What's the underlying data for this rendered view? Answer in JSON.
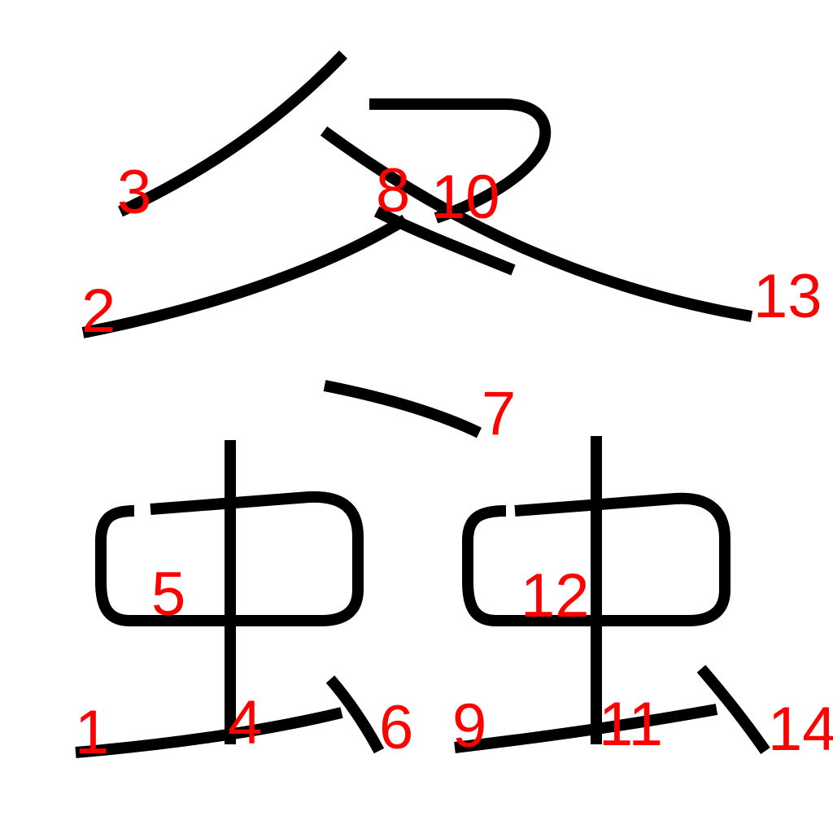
{
  "colors": {
    "stroke": "#000000",
    "label": "#ff0000",
    "background": "#ffffff"
  },
  "stroke_order_labels": [
    "1",
    "2",
    "3",
    "4",
    "5",
    "6",
    "7",
    "8",
    "9",
    "10",
    "11",
    "12",
    "13",
    "14"
  ],
  "stroke_count": 14
}
